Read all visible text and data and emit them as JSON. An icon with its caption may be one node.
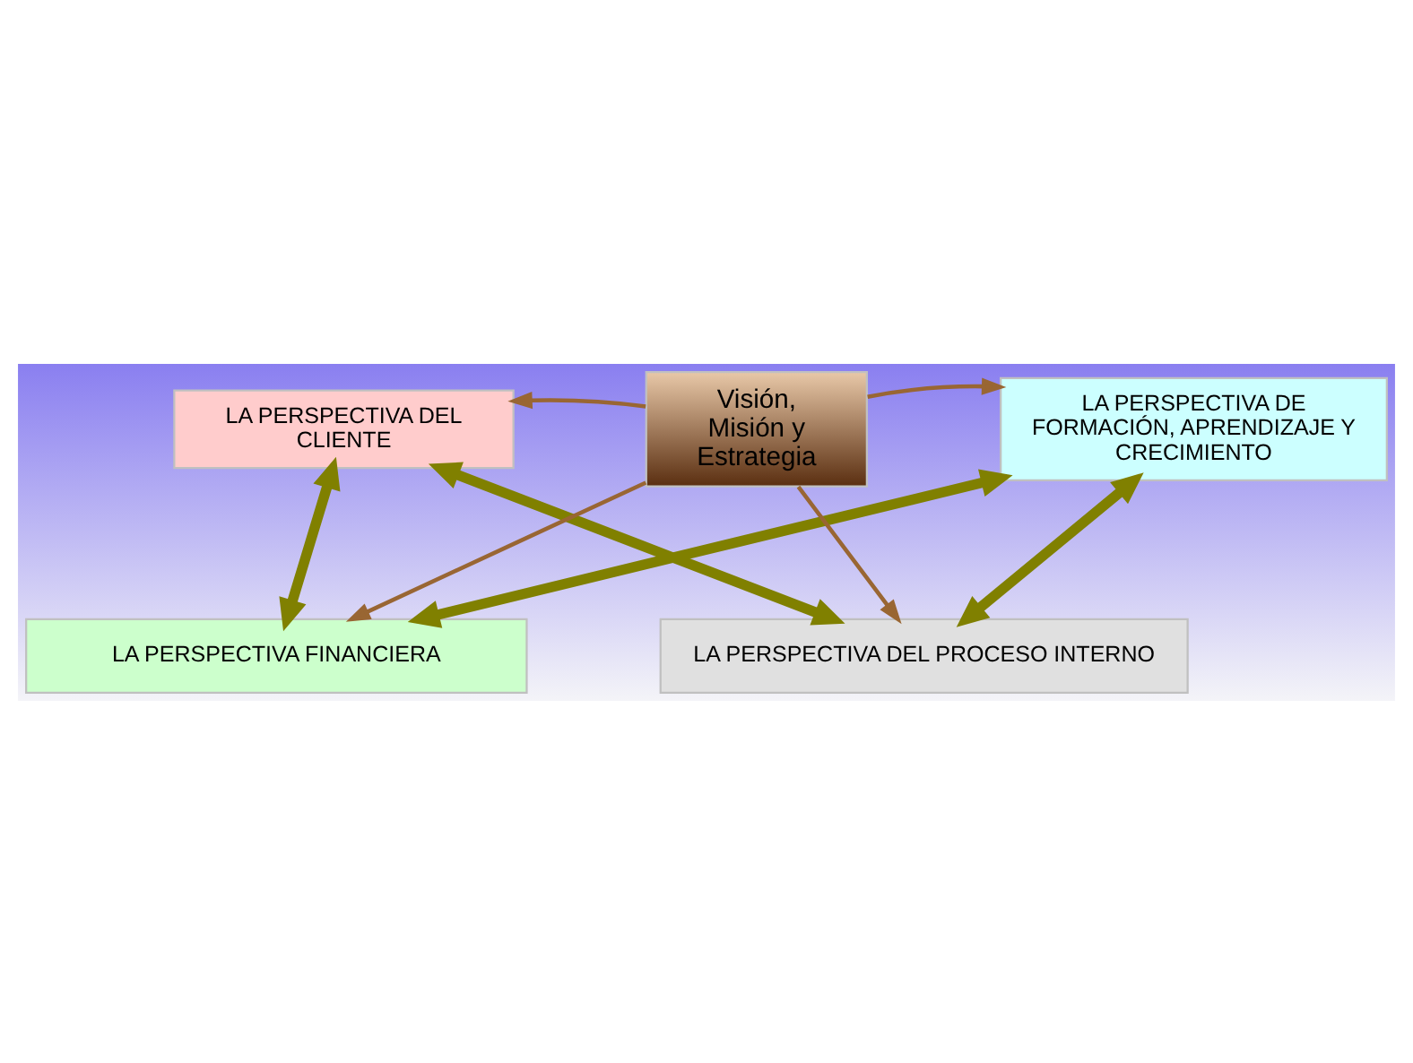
{
  "diagram": {
    "nodes": [
      {
        "text": [
          "LA PERSPECTIVA FINANCIERA"
        ]
      },
      {
        "text": [
          "LA PERSPECTIVA DEL CLIENTE"
        ]
      },
      {
        "text": [
          "Visión, Misión y Estrategia"
        ]
      },
      {
        "text": [
          "LA PERSPECTIVA DE FORMACIÓN, APRENDIZAJE Y CRECIMIENTO"
        ]
      },
      {
        "text": [
          "LA PERSPECTIVA DEL PROCESO INTERNO"
        ]
      }
    ],
    "edges": [
      {
        "from": 2,
        "to": 0,
        "arrow": "to",
        "color": "#996633"
      },
      {
        "from": 2,
        "to": 1,
        "arrow": "to",
        "color": "#996633"
      },
      {
        "from": 2,
        "to": 3,
        "arrow": "to",
        "color": "#996633"
      },
      {
        "from": 2,
        "to": 4,
        "arrow": "to",
        "color": "#996633"
      },
      {
        "from": 0,
        "to": 1,
        "arrow": "both",
        "style": "thick",
        "color": "#808000"
      },
      {
        "from": 0,
        "to": 3,
        "arrow": "both",
        "style": "thick",
        "color": "#808000"
      },
      {
        "from": 1,
        "to": 4,
        "arrow": "both",
        "style": "thick",
        "color": "#808000"
      },
      {
        "from": 4,
        "to": 3,
        "arrow": "both",
        "style": "thick",
        "color": "#808000"
      }
    ]
  }
}
